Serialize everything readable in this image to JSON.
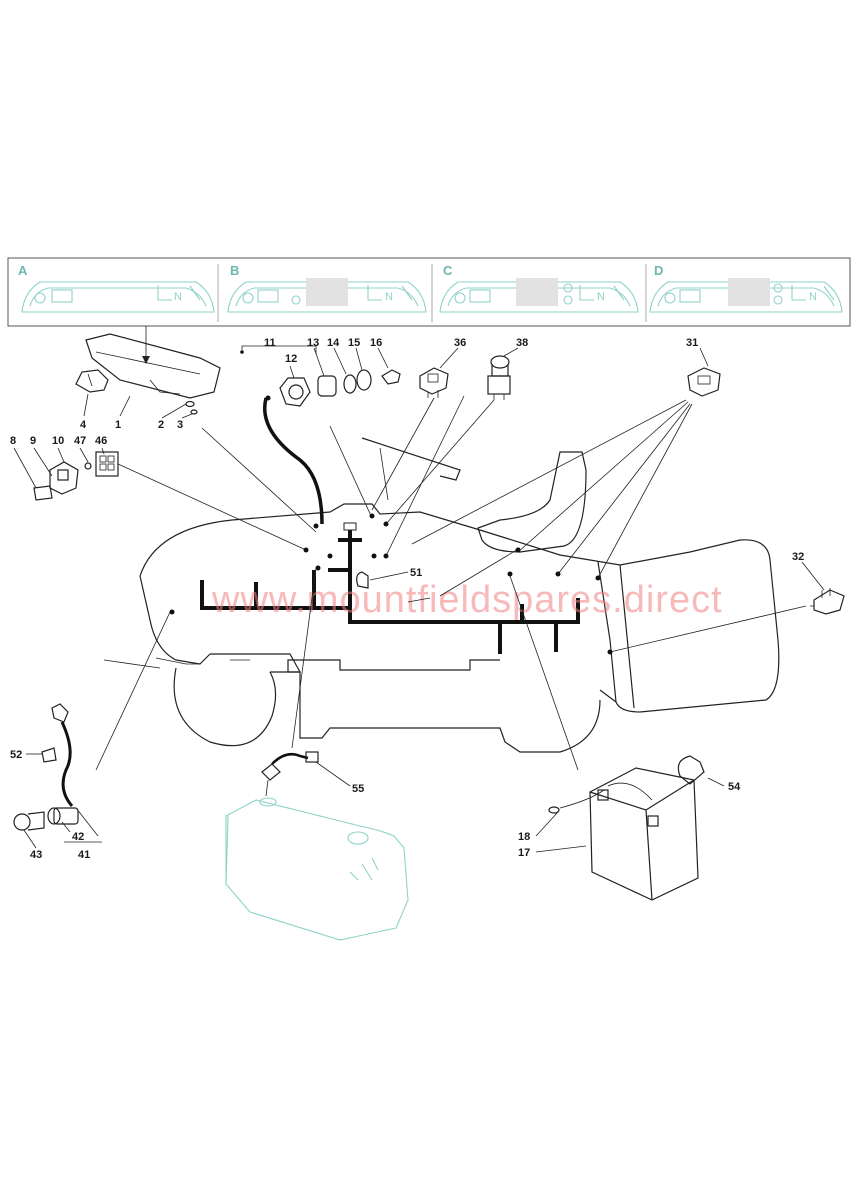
{
  "panels": [
    {
      "letter": "A",
      "label_n": "N"
    },
    {
      "letter": "B",
      "label_n": "N"
    },
    {
      "letter": "C",
      "label_n": "N"
    },
    {
      "letter": "D",
      "label_n": "N"
    }
  ],
  "watermark": "www.mountfieldspares.direct",
  "callouts": [
    "1",
    "2",
    "3",
    "4",
    "8",
    "9",
    "10",
    "47",
    "46",
    "11",
    "12",
    "13",
    "14",
    "15",
    "16",
    "36",
    "38",
    "31",
    "32",
    "51",
    "52",
    "42",
    "43",
    "41",
    "55",
    "54",
    "18",
    "17"
  ],
  "colors": {
    "line": "#222222",
    "faded": "#8fd3c8",
    "watermark": "#f08080"
  }
}
